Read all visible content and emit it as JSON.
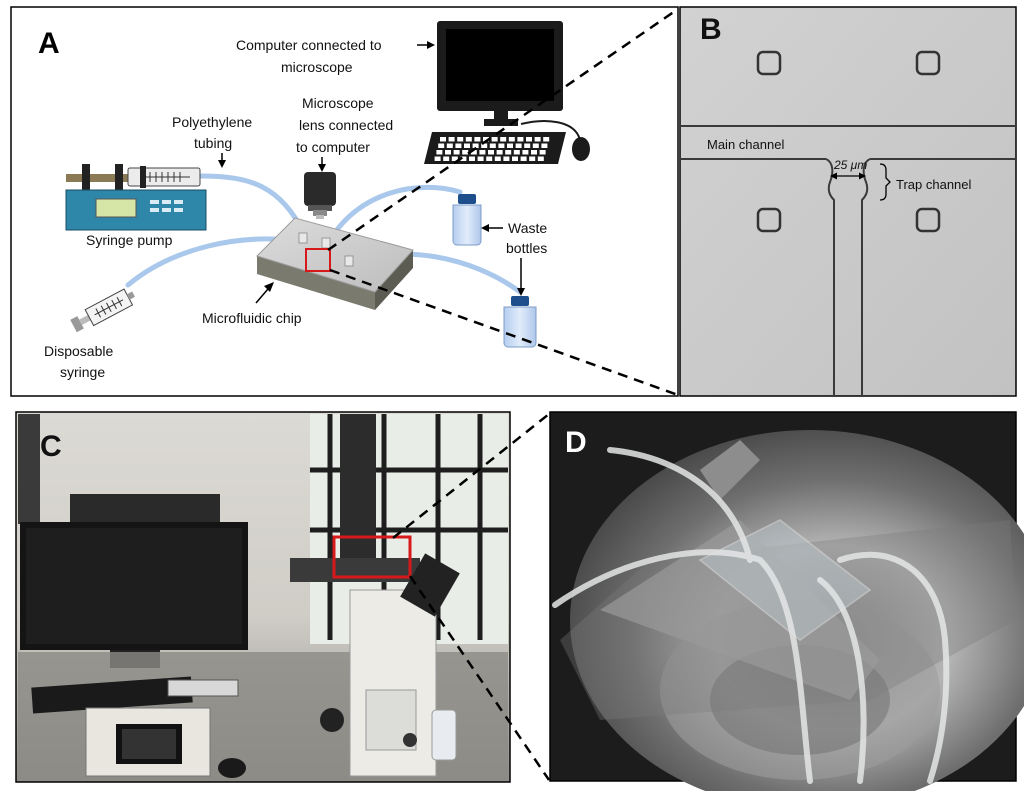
{
  "panels": {
    "a": {
      "letter": "A",
      "computer_label_1": "Computer connected to",
      "computer_label_2": "microscope",
      "tubing_label_1": "Polyethylene",
      "tubing_label_2": "tubing",
      "lens_label_1": "Microscope",
      "lens_label_2": "lens connected",
      "lens_label_3": "to computer",
      "pump_label": "Syringe pump",
      "waste_label_1": "Waste",
      "waste_label_2": "bottles",
      "chip_label": "Microfluidic chip",
      "syringe_label_1": "Disposable",
      "syringe_label_2": "syringe"
    },
    "b": {
      "letter": "B",
      "main_channel": "Main channel",
      "trap_channel": "Trap channel",
      "width_label": "25 μm"
    },
    "c": {
      "letter": "C"
    },
    "d": {
      "letter": "D"
    }
  },
  "colors": {
    "tubing": "#a9c8ec",
    "pump_body": "#2e86a8",
    "highlight_box": "#d7191c",
    "bottle": "#c6daf4",
    "bottle_cap": "#1f4e8c"
  }
}
